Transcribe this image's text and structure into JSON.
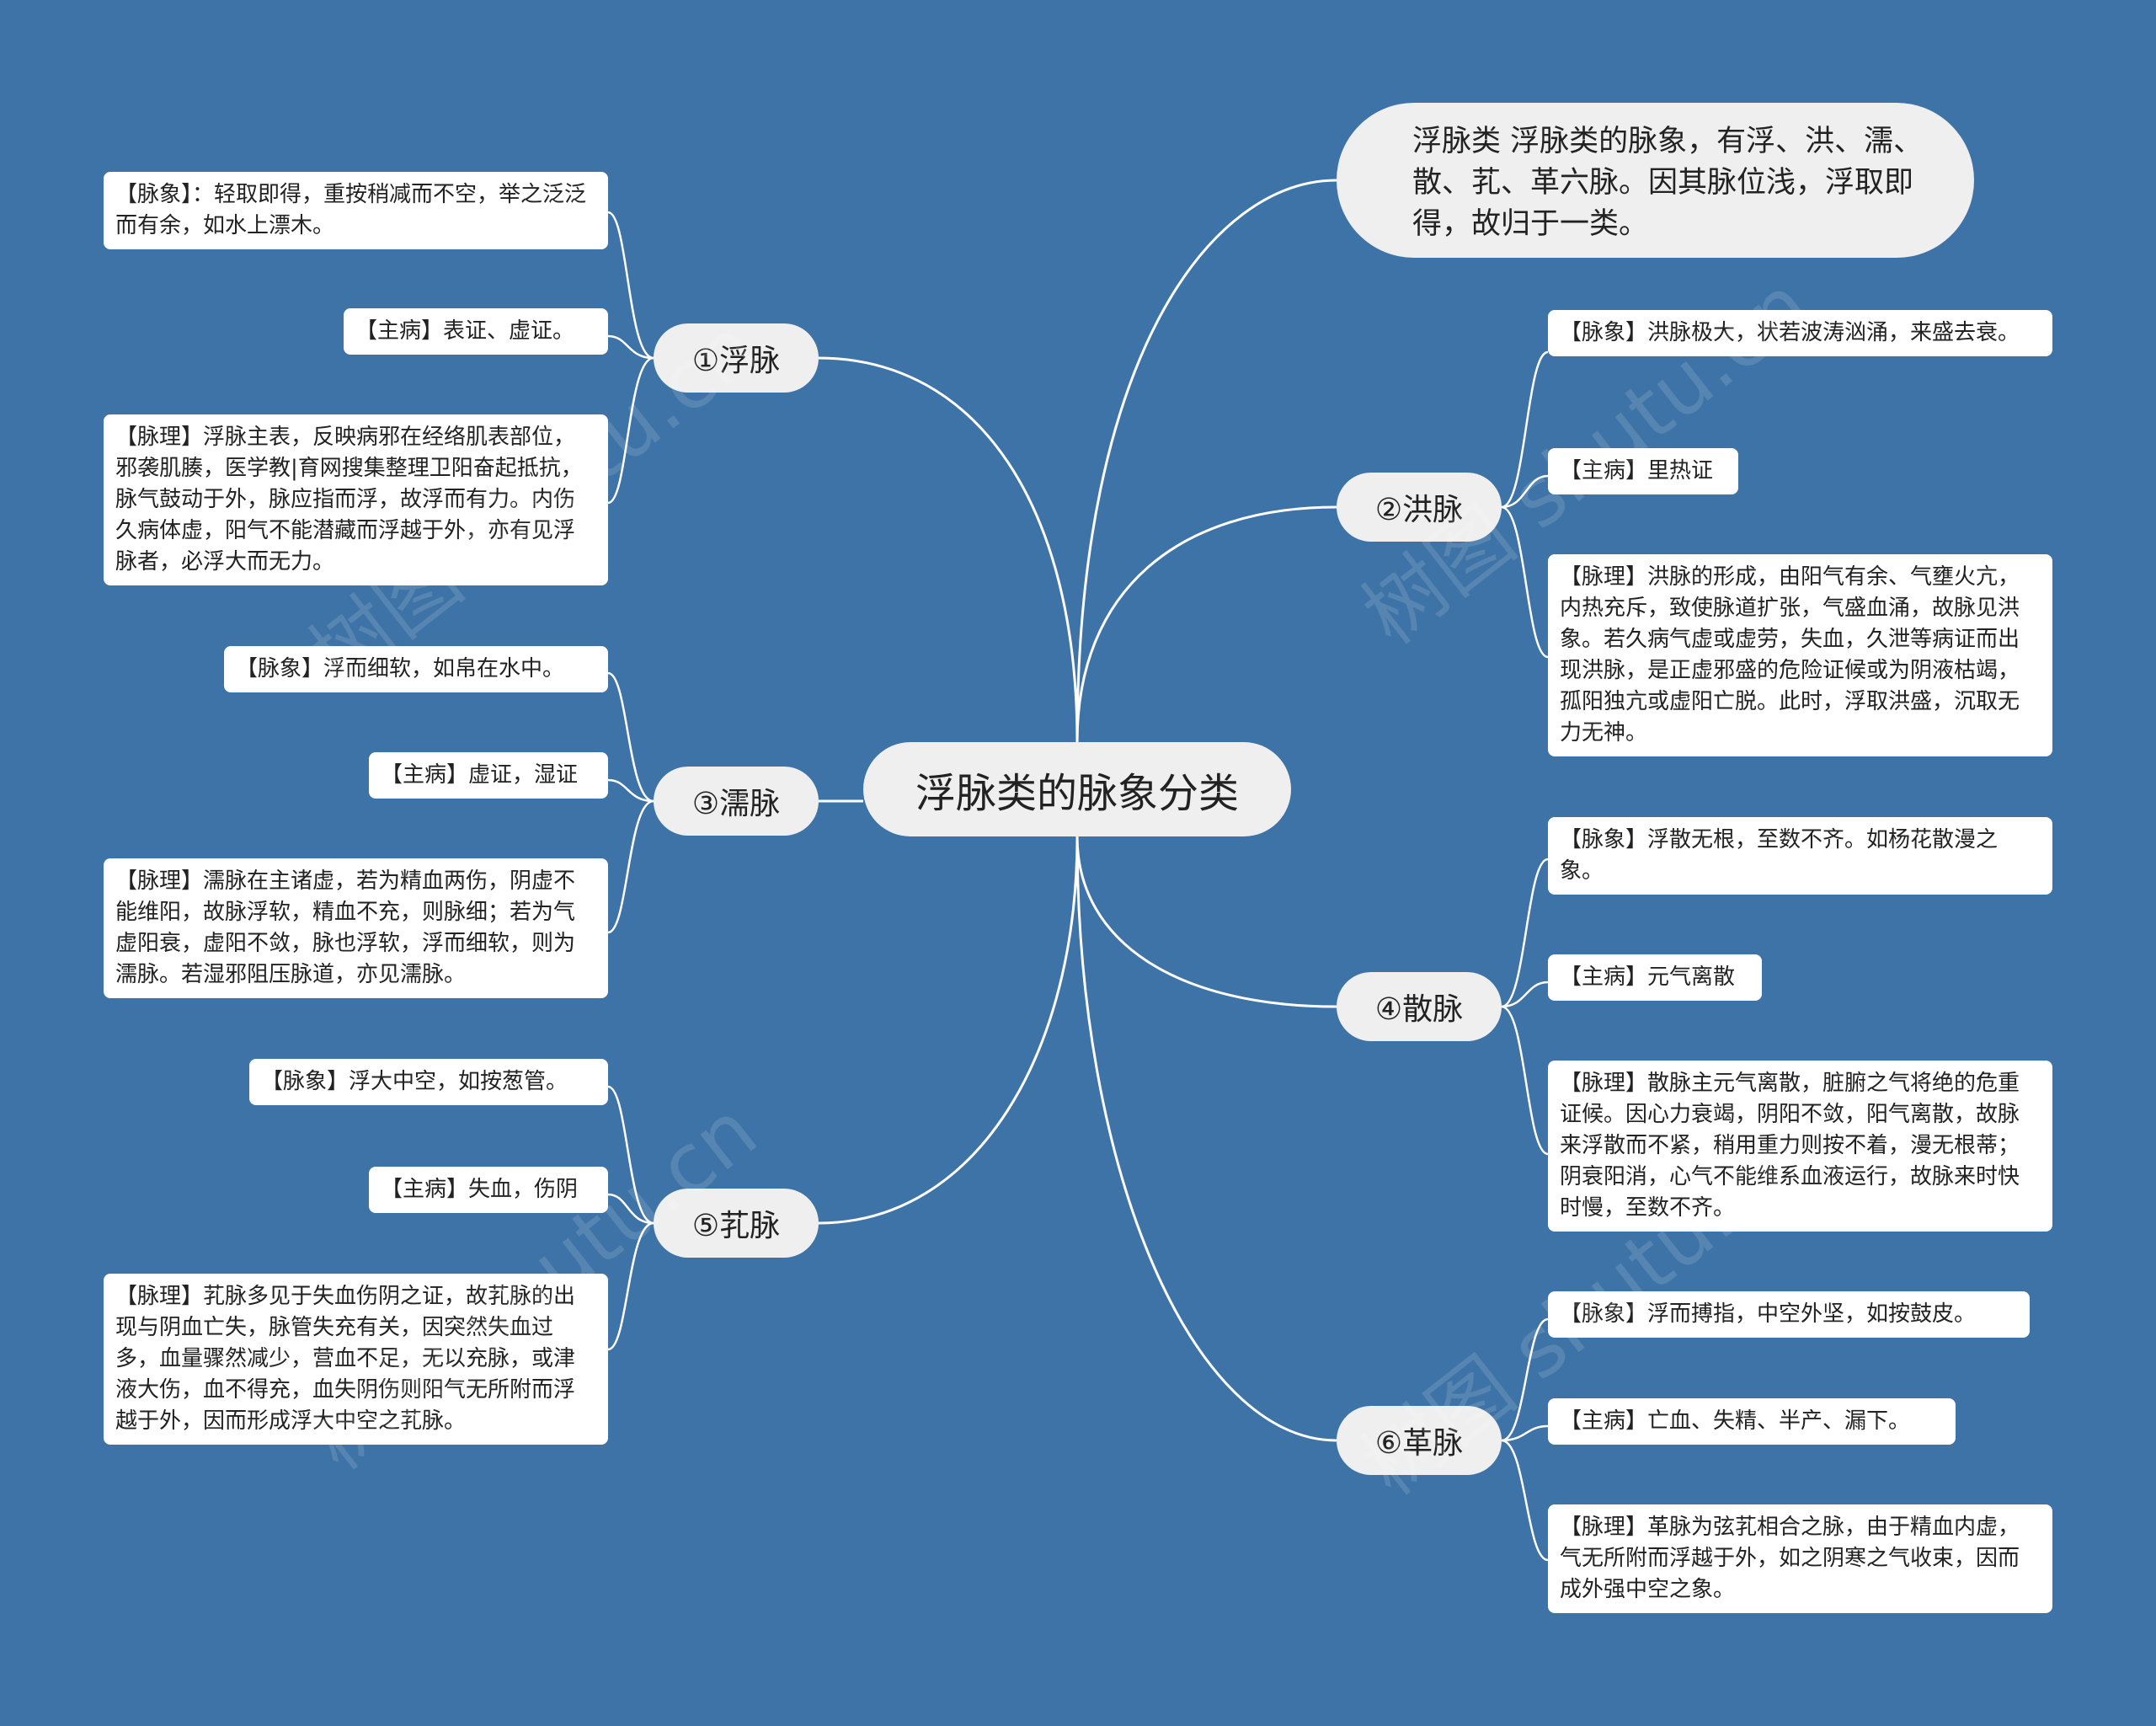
{
  "colors": {
    "background": "#3d73a6",
    "node": "#efefef",
    "leaf": "#ffffff",
    "line": "#ffffff"
  },
  "root": {
    "label": "浮脉类的脉象分类"
  },
  "intro": {
    "text": "浮脉类 浮脉类的脉象，有浮、洪、濡、散、芤、革六脉。因其脉位浅，浮取即得，故归于一类。"
  },
  "branches": [
    {
      "label": "①浮脉",
      "items": [
        "【脉象】：轻取即得，重按稍减而不空，举之泛泛而有余，如水上漂木。",
        "【主病】表证、虚证。",
        "【脉理】浮脉主表，反映病邪在经络肌表部位，邪袭肌腠，医学教|育网搜集整理卫阳奋起抵抗，脉气鼓动于外，脉应指而浮，故浮而有力。内伤久病体虚，阳气不能潜藏而浮越于外，亦有见浮脉者，必浮大而无力。"
      ]
    },
    {
      "label": "②洪脉",
      "items": [
        "【脉象】洪脉极大，状若波涛汹涌，来盛去衰。",
        "【主病】里热证",
        "【脉理】洪脉的形成，由阳气有余、气壅火亢，内热充斥，致使脉道扩张，气盛血涌，故脉见洪象。若久病气虚或虚劳，失血，久泄等病证而出现洪脉，是正虚邪盛的危险证候或为阴液枯竭，孤阳独亢或虚阳亡脱。此时，浮取洪盛，沉取无力无神。"
      ]
    },
    {
      "label": "③濡脉",
      "items": [
        "【脉象】浮而细软，如帛在水中。",
        "【主病】虚证，湿证",
        "【脉理】濡脉在主诸虚，若为精血两伤，阴虚不能维阳，故脉浮软，精血不充，则脉细；若为气虚阳衰，虚阳不敛，脉也浮软，浮而细软，则为濡脉。若湿邪阻压脉道，亦见濡脉。"
      ]
    },
    {
      "label": "④散脉",
      "items": [
        "【脉象】浮散无根，至数不齐。如杨花散漫之象。",
        "【主病】元气离散",
        "【脉理】散脉主元气离散，脏腑之气将绝的危重证候。因心力衰竭，阴阳不敛，阳气离散，故脉来浮散而不紧，稍用重力则按不着，漫无根蒂；阴衰阳消，心气不能维系血液运行，故脉来时快时慢，至数不齐。"
      ]
    },
    {
      "label": "⑤芤脉",
      "items": [
        "【脉象】浮大中空，如按葱管。",
        "【主病】失血，伤阴",
        "【脉理】芤脉多见于失血伤阴之证，故芤脉的出现与阴血亡失，脉管失充有关，因突然失血过多，血量骤然减少，营血不足，无以充脉，或津液大伤，血不得充，血失阴伤则阳气无所附而浮越于外，因而形成浮大中空之芤脉。"
      ]
    },
    {
      "label": "⑥革脉",
      "items": [
        "【脉象】浮而搏指，中空外坚，如按鼓皮。",
        "【主病】亡血、失精、半产、漏下。",
        "【脉理】革脉为弦芤相合之脉，由于精血内虚，气无所附而浮越于外，如之阴寒之气收束，因而成外强中空之象。"
      ]
    }
  ],
  "watermarks": [
    "树图 shutu.cn",
    "树图 shutu.cn",
    "树图 shutu.cn",
    "树图 shutu.cn"
  ]
}
